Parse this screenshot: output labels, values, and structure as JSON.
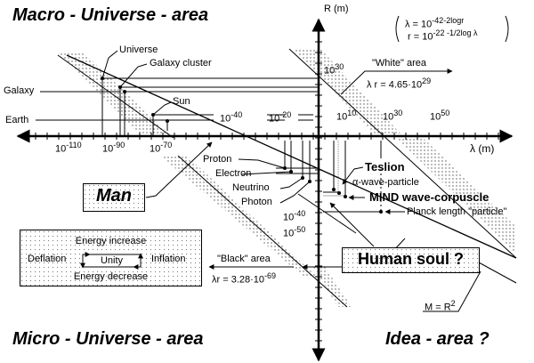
{
  "titles": {
    "macro": "Macro - Universe - area",
    "micro": "Micro - Universe - area",
    "idea": "Idea - area ?"
  },
  "axes": {
    "y_label": "R (m)",
    "x_label": "λ (m)",
    "x_ticks": [
      {
        "base": "10",
        "exp": "-110"
      },
      {
        "base": "10",
        "exp": "-90"
      },
      {
        "base": "10",
        "exp": "-70"
      },
      {
        "base": "10",
        "exp": "10"
      },
      {
        "base": "10",
        "exp": "30"
      },
      {
        "base": "10",
        "exp": "50"
      }
    ],
    "r_ticks_upper": [
      {
        "base": "10",
        "exp": "30"
      },
      {
        "base": "10",
        "exp": "-40"
      },
      {
        "base": "10",
        "exp": "-20"
      }
    ],
    "r_ticks_lower": [
      {
        "base": "10",
        "exp": "-40"
      },
      {
        "base": "10",
        "exp": "-50"
      }
    ]
  },
  "formula": {
    "line1_base": "λ = 10",
    "line1_exp": "-42-2logr",
    "line2_base": "r = 10",
    "line2_exp": "-22 -1/2log λ"
  },
  "white_area": {
    "label": "\"White\" area",
    "eq_base": "λ r = 4.65·10",
    "eq_exp": "29"
  },
  "black_area": {
    "label": "\"Black\" area",
    "eq_base": "λr = 3.28·10",
    "eq_exp": "-69"
  },
  "macro_objects": [
    "Universe",
    "Galaxy cluster",
    "Galaxy",
    "Sun",
    "Earth"
  ],
  "micro_objects": [
    "Proton",
    "Electron",
    "Neutrino",
    "Photon"
  ],
  "special": {
    "teslion": "Teslion",
    "alpha": "α-wave-particle",
    "mind": "MIND wave-corpuscle",
    "planck": "Planck length \"particle\""
  },
  "man_box": "Man",
  "soul_box": "Human soul ?",
  "mass_eq": {
    "base": "M = R",
    "exp": "2"
  },
  "energy_box": {
    "top": "Energy increase",
    "bottom": "Energy decrease",
    "left": "Deflation",
    "right": "Inflation",
    "center": "Unity"
  }
}
